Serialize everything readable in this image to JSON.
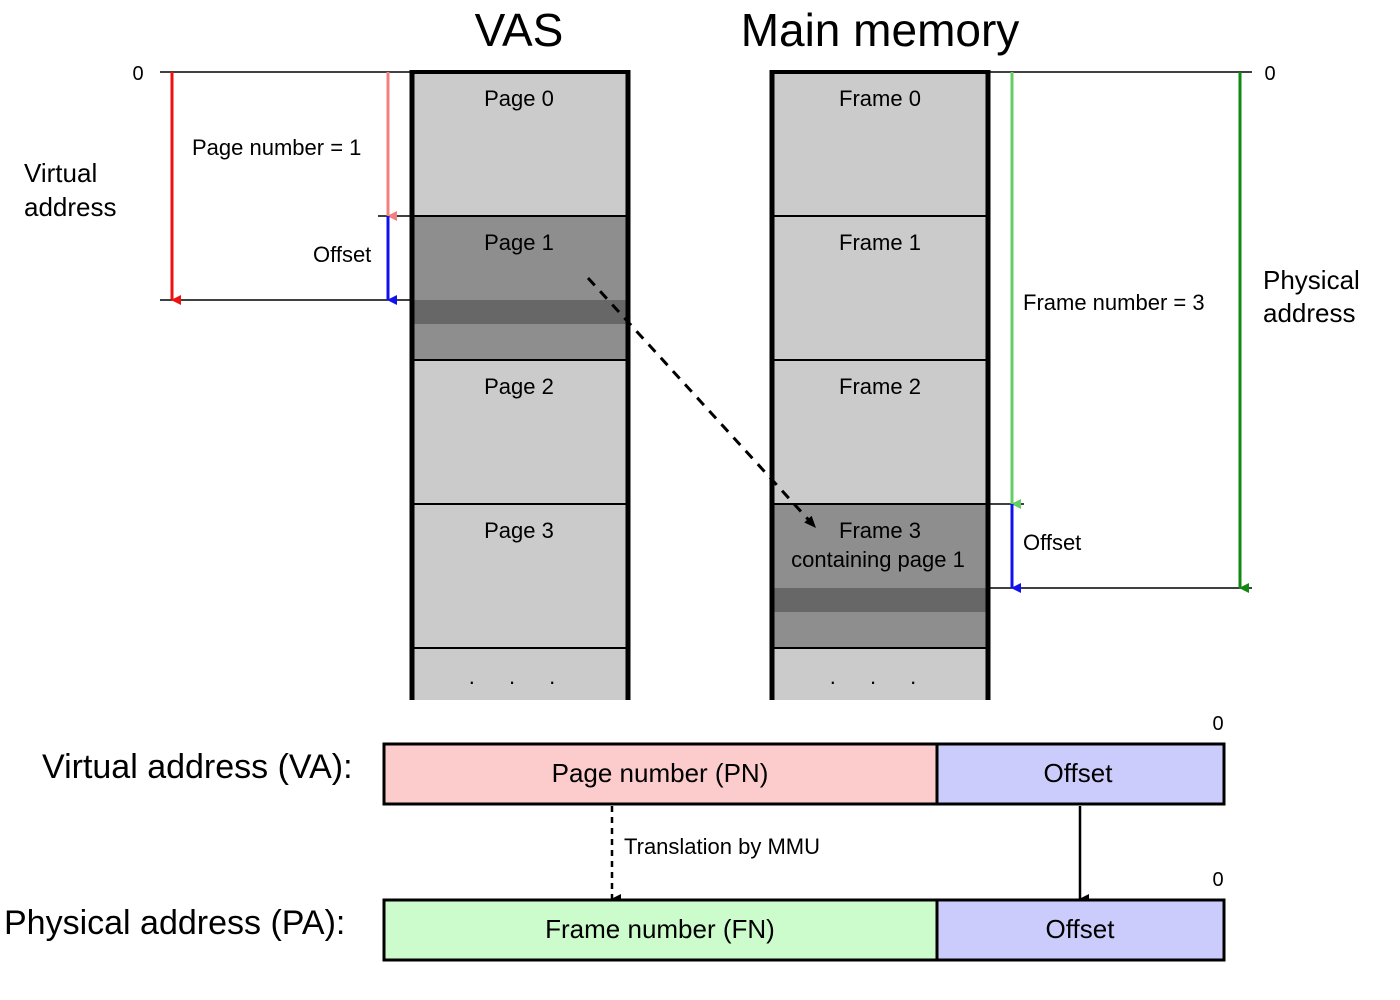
{
  "titles": {
    "vas": "VAS",
    "main_memory": "Main memory"
  },
  "vas_pages": [
    "Page 0",
    "Page 1",
    "Page 2",
    "Page 3"
  ],
  "frames": [
    "Frame 0",
    "Frame 1",
    "Frame 2"
  ],
  "frame3": {
    "line1": "Frame 3",
    "line2": "containing page 1"
  },
  "ellipsis": ". . .",
  "left_annotations": {
    "zero": "0",
    "virtual_address_line1": "Virtual",
    "virtual_address_line2": "address",
    "page_number": "Page number = 1",
    "offset": "Offset"
  },
  "right_annotations": {
    "zero": "0",
    "frame_number": "Frame number = 3",
    "offset": "Offset",
    "physical_address_line1": "Physical",
    "physical_address_line2": "address"
  },
  "va_bar": {
    "label": "Virtual address (VA):",
    "left_field": "Page number (PN)",
    "right_field": "Offset",
    "zero": "0",
    "left_color": "#fccccc",
    "right_color": "#ccccfc"
  },
  "pa_bar": {
    "label": "Physical address (PA):",
    "left_field": "Frame number (FN)",
    "right_field": "Offset",
    "zero": "0",
    "left_color": "#ccfccc",
    "right_color": "#ccccfc"
  },
  "translation_label": "Translation by MMU",
  "colors": {
    "cell_light": "#cbcbcb",
    "cell_mid": "#8e8e8e",
    "cell_dark": "#676767",
    "arrow_red": "#ee1111",
    "arrow_pink": "#f28080",
    "arrow_blue": "#1111ee",
    "arrow_lightgreen": "#66cc66",
    "arrow_green": "#118811"
  }
}
